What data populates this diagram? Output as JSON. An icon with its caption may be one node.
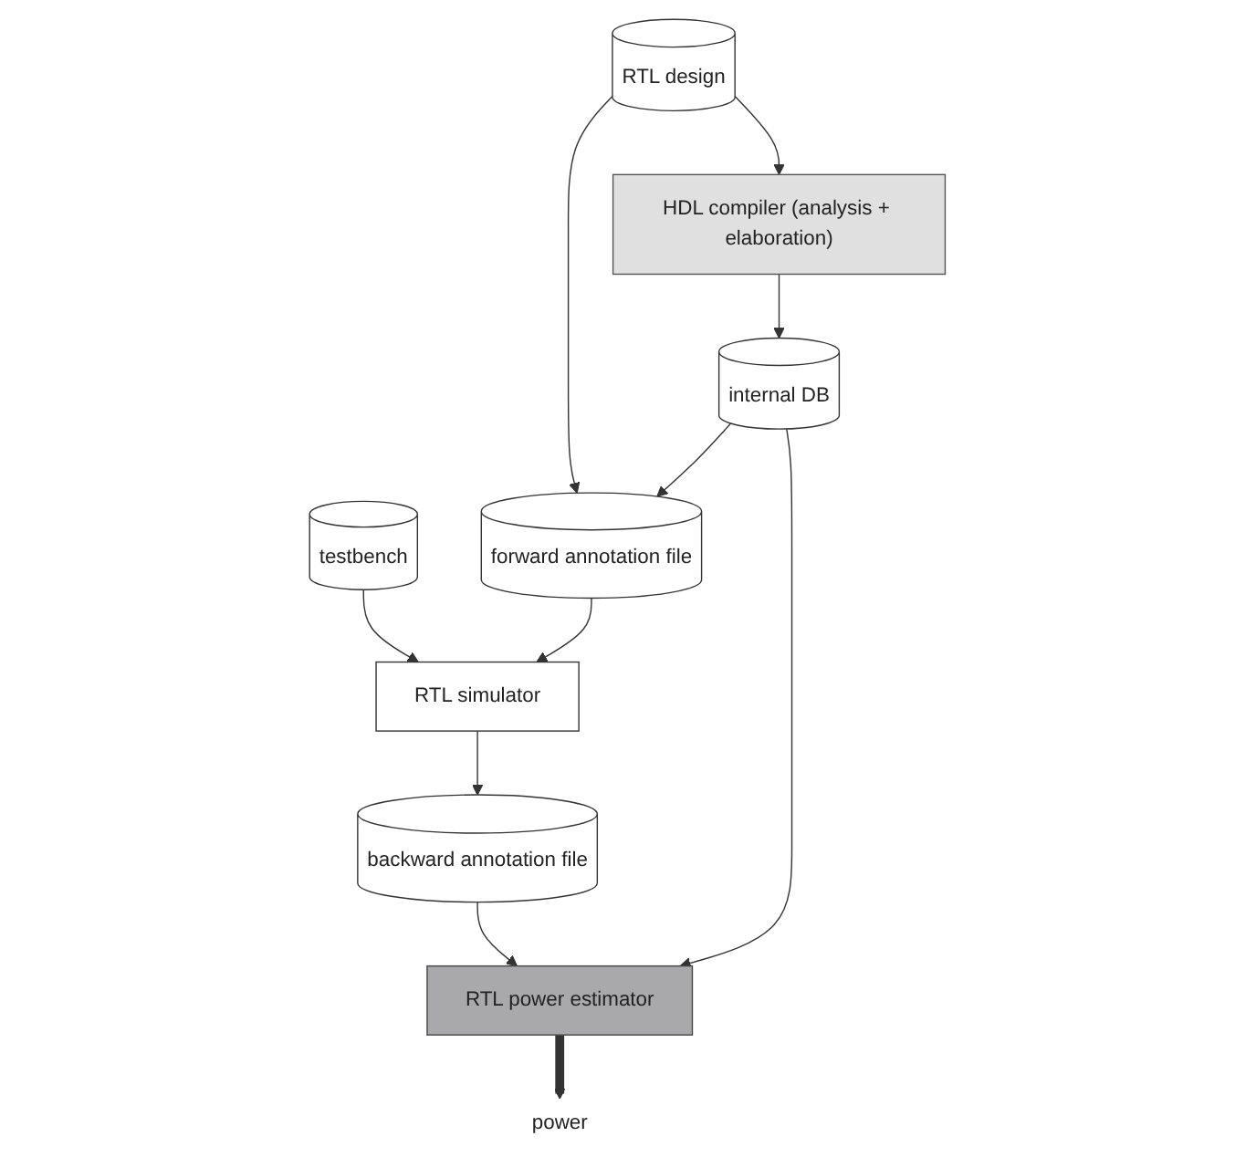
{
  "diagram": {
    "nodes": [
      {
        "text": [
          "testbench"
        ]
      },
      {
        "text": [
          "RTL design"
        ]
      },
      {
        "text": [
          "forward annotation file"
        ]
      },
      {
        "text": [
          "RTL simulator"
        ]
      },
      {
        "text": [
          "HDL compiler (analysis + elaboration)"
        ]
      },
      {
        "text": [
          "internal DB"
        ]
      },
      {
        "text": [
          "RTL power estimator"
        ]
      },
      {
        "text": [
          "backward annotation file"
        ]
      },
      {
        "text": [
          "power"
        ]
      }
    ],
    "edges": [
      {
        "from": 0,
        "to": 3,
        "arrow": "to"
      },
      {
        "from": 1,
        "to": 2,
        "arrow": "to"
      },
      {
        "from": 2,
        "to": 3,
        "arrow": "to"
      },
      {
        "from": 1,
        "to": 4,
        "arrow": "to"
      },
      {
        "from": 4,
        "to": 5,
        "arrow": "to"
      },
      {
        "from": 5,
        "to": 2,
        "arrow": "to"
      },
      {
        "from": 5,
        "to": 6,
        "arrow": "to"
      },
      {
        "from": 3,
        "to": 7,
        "arrow": "to"
      },
      {
        "from": 7,
        "to": 6,
        "arrow": "to"
      },
      {
        "from": 6,
        "to": 8,
        "arrow": "to",
        "style": "thick"
      }
    ]
  }
}
